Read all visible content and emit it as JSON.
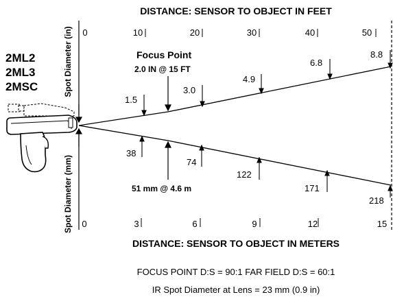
{
  "title_top": "DISTANCE: SENSOR TO OBJECT IN FEET",
  "title_bottom": "DISTANCE: SENSOR TO OBJECT IN METERS",
  "left_axis_top": "Spot Diameter (in)",
  "left_axis_bottom": "Spot Diameter (mm)",
  "models": [
    "2ML2",
    "2ML3",
    "2MSC"
  ],
  "feet_ticks": [
    "0",
    "10",
    "20",
    "30",
    "40",
    "50"
  ],
  "meter_ticks": [
    "0",
    "3",
    "6",
    "9",
    "12",
    "15"
  ],
  "focus_label": "Focus Point",
  "focus_imperial": "2.0 IN @ 15 FT",
  "focus_metric": "51 mm @ 4.6 m",
  "inch_values": [
    "1.5",
    "3.0",
    "4.9",
    "6.8",
    "8.8"
  ],
  "mm_values": [
    "38",
    "74",
    "122",
    "171",
    "218"
  ],
  "spec_line1": "FOCUS POINT D:S = 90:1    FAR FIELD D:S = 60:1",
  "spec_line2": "IR Spot Diameter at Lens = 23 mm (0.9 in)",
  "colors": {
    "line": "#000000",
    "device_fill": "#ffffff"
  }
}
